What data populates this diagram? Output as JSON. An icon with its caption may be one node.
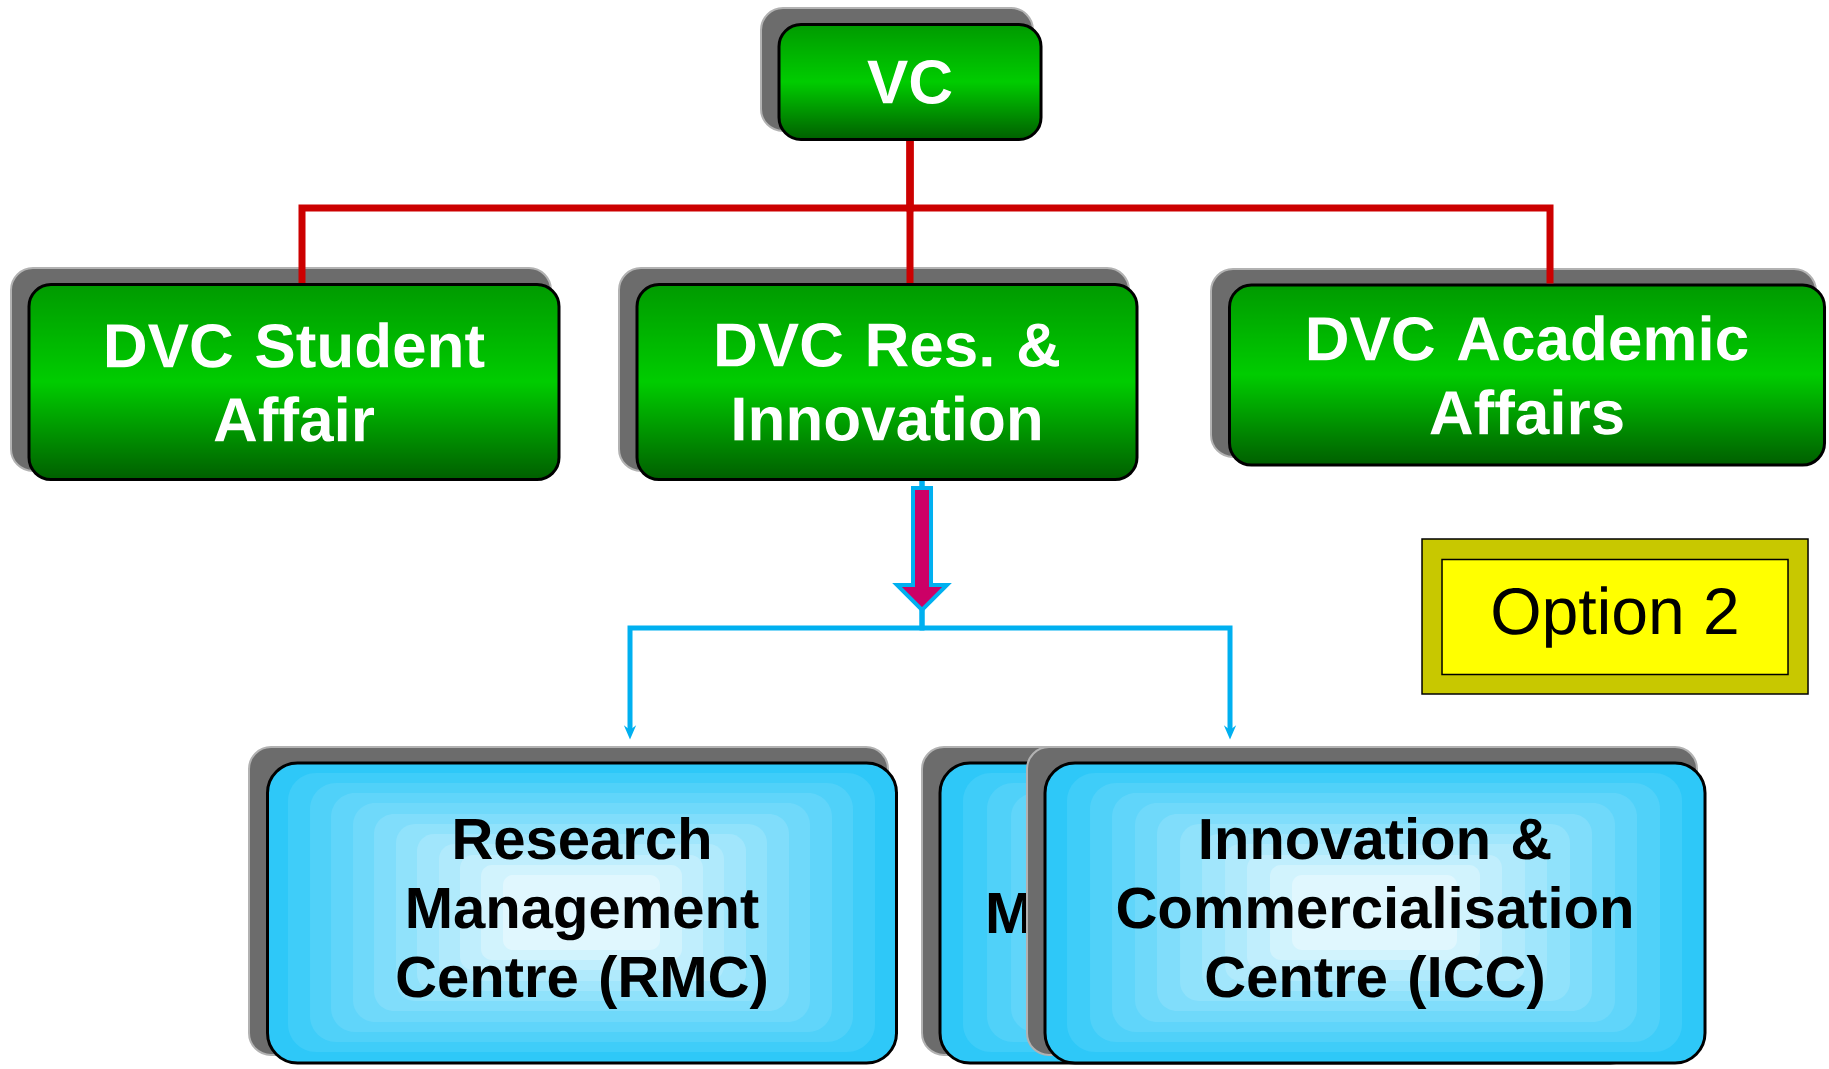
{
  "diagram": {
    "nodes": [
      {
        "text": [
          "VC"
        ]
      },
      {
        "text": [
          "DVC Student Affair"
        ]
      },
      {
        "text": [
          "DVC Res. & Innovation"
        ]
      },
      {
        "text": [
          "DVC Academic Affairs"
        ]
      },
      {
        "text": [
          "Option 2"
        ]
      },
      {
        "text": [
          "Research Management Centre (RMC)"
        ]
      },
      {
        "text": [
          "M"
        ]
      },
      {
        "text": [
          "Innovation & Commercialisation Centre (ICC)"
        ]
      }
    ],
    "edges": [
      {
        "from": 0,
        "to": 1,
        "arrow": "none",
        "color": "#cc0000"
      },
      {
        "from": 0,
        "to": 2,
        "arrow": "none",
        "color": "#cc0000"
      },
      {
        "from": 0,
        "to": 3,
        "arrow": "none",
        "color": "#cc0000"
      },
      {
        "from": 2,
        "to": 5,
        "arrow": "to",
        "color": "#00b0f0"
      },
      {
        "from": 2,
        "to": 7,
        "arrow": "to",
        "color": "#00b0f0"
      }
    ]
  }
}
